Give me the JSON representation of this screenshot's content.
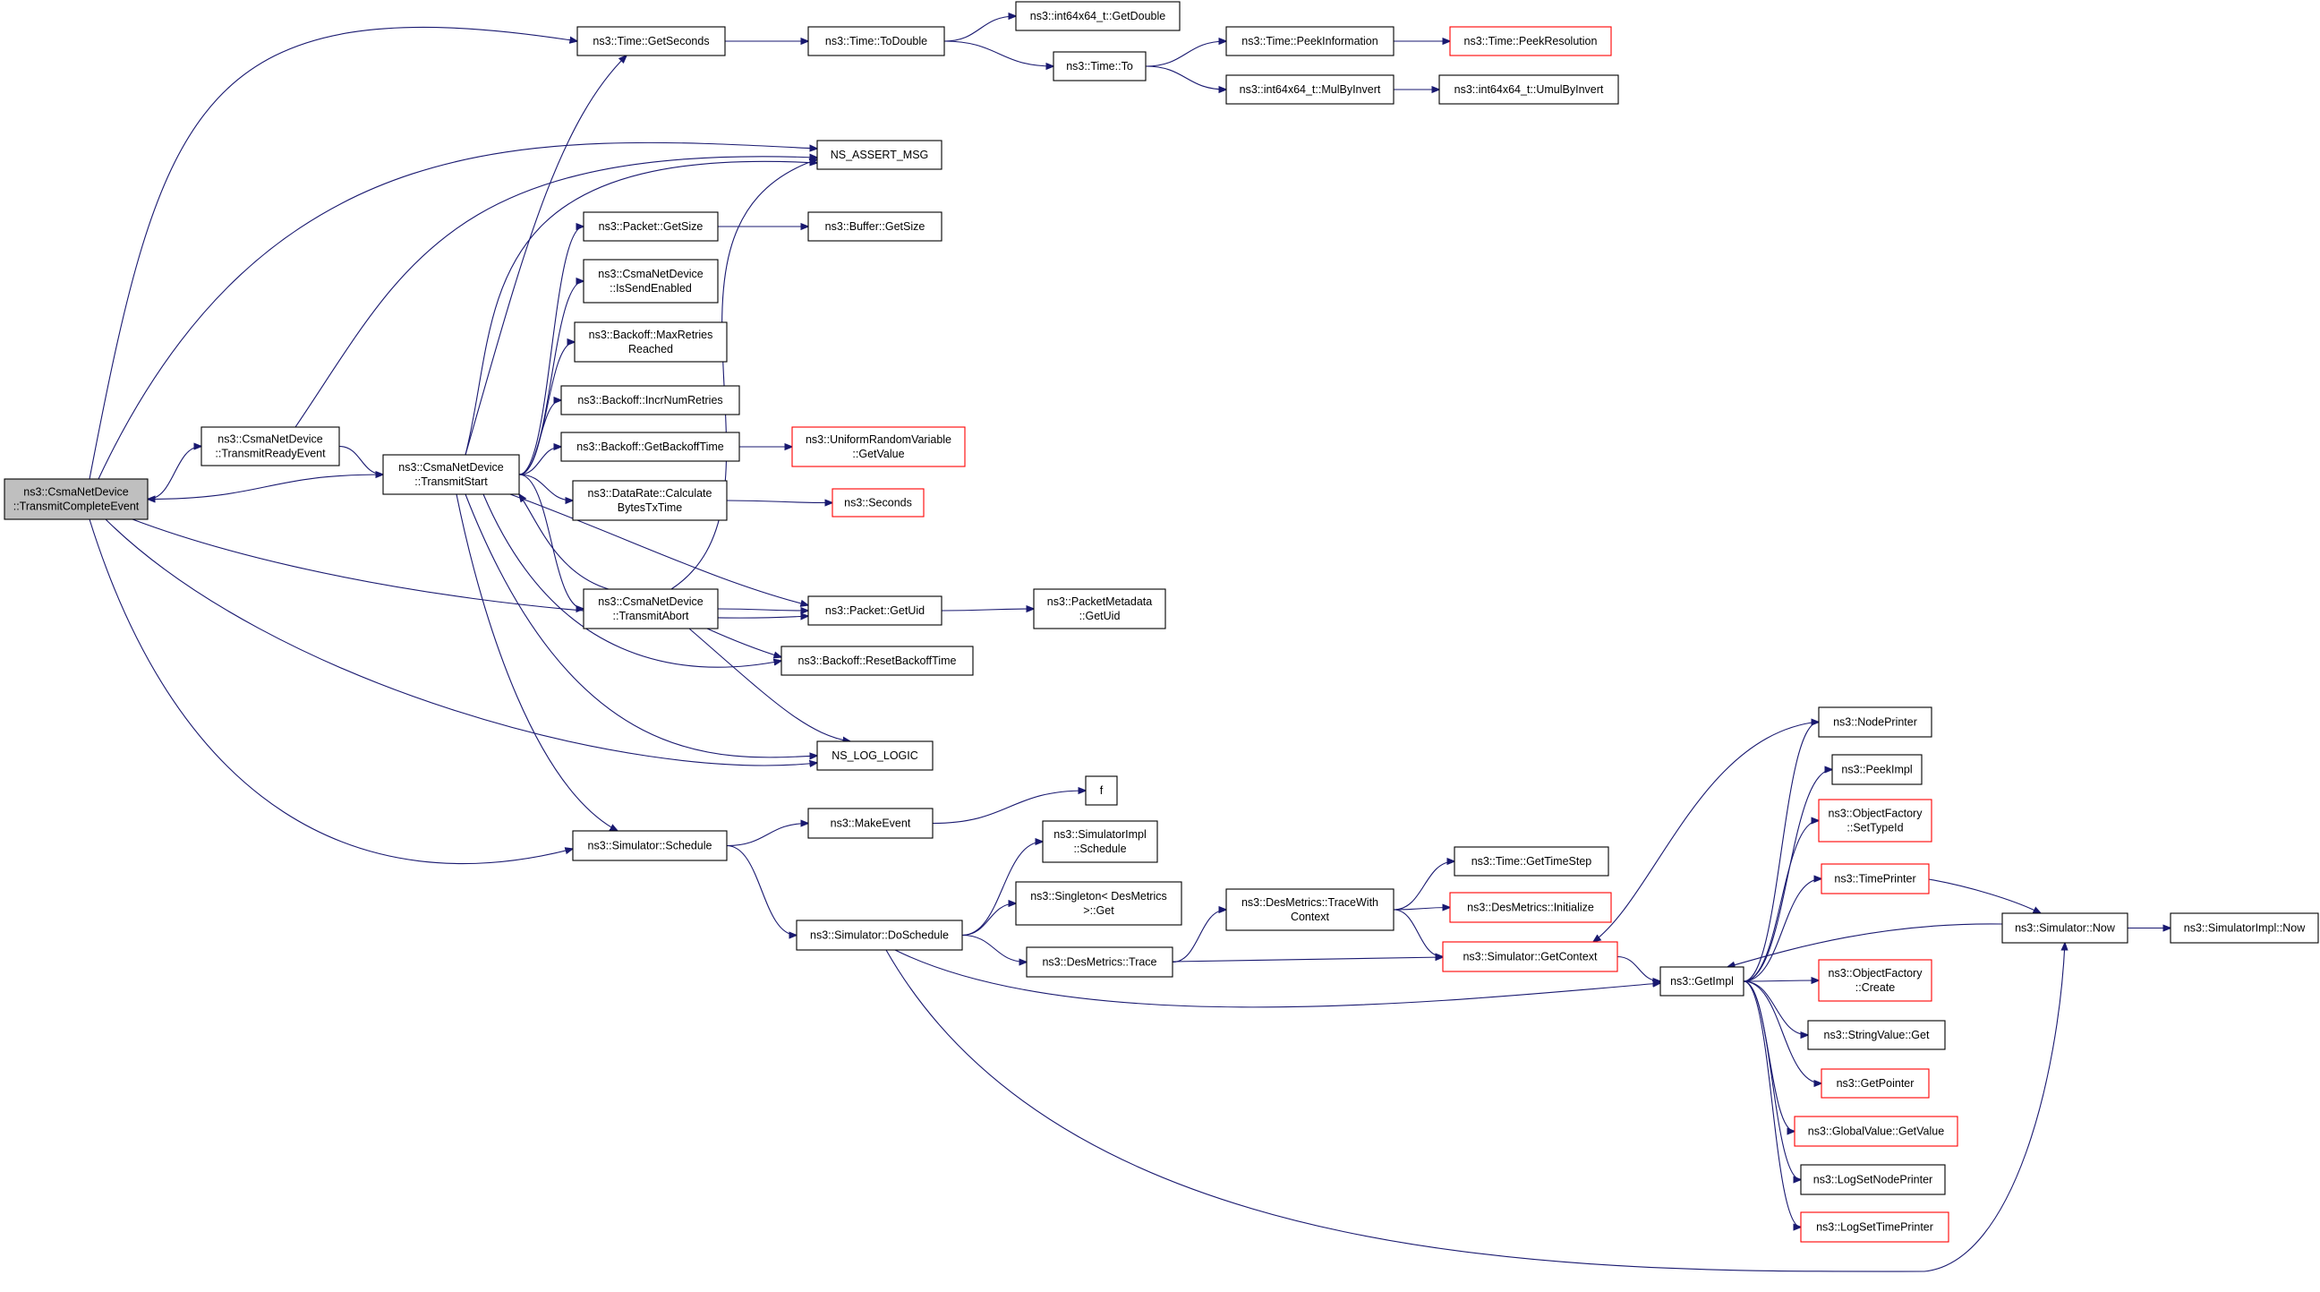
{
  "nodes": [
    {
      "id": "root",
      "lines": [
        "ns3::CsmaNetDevice",
        "::TransmitCompleteEvent"
      ],
      "root": true
    },
    {
      "id": "tre",
      "lines": [
        "ns3::CsmaNetDevice",
        "::TransmitReadyEvent"
      ]
    },
    {
      "id": "ts",
      "lines": [
        "ns3::CsmaNetDevice",
        "::TransmitStart"
      ]
    },
    {
      "id": "getsec",
      "lines": [
        "ns3::Time::GetSeconds"
      ]
    },
    {
      "id": "todouble",
      "lines": [
        "ns3::Time::ToDouble"
      ]
    },
    {
      "id": "getdouble",
      "lines": [
        "ns3::int64x64_t::GetDouble"
      ]
    },
    {
      "id": "timeto",
      "lines": [
        "ns3::Time::To"
      ]
    },
    {
      "id": "peekinfo",
      "lines": [
        "ns3::Time::PeekInformation"
      ]
    },
    {
      "id": "peekres",
      "lines": [
        "ns3::Time::PeekResolution"
      ],
      "truncated": true
    },
    {
      "id": "mulbyinv",
      "lines": [
        "ns3::int64x64_t::MulByInvert"
      ]
    },
    {
      "id": "umulbyinv",
      "lines": [
        "ns3::int64x64_t::UmulByInvert"
      ]
    },
    {
      "id": "assert",
      "lines": [
        "NS_ASSERT_MSG"
      ]
    },
    {
      "id": "pktsize",
      "lines": [
        "ns3::Packet::GetSize"
      ]
    },
    {
      "id": "bufsize",
      "lines": [
        "ns3::Buffer::GetSize"
      ]
    },
    {
      "id": "issend",
      "lines": [
        "ns3::CsmaNetDevice",
        "::IsSendEnabled"
      ]
    },
    {
      "id": "maxret",
      "lines": [
        "ns3::Backoff::MaxRetries",
        "Reached"
      ]
    },
    {
      "id": "incr",
      "lines": [
        "ns3::Backoff::IncrNumRetries"
      ]
    },
    {
      "id": "getbt",
      "lines": [
        "ns3::Backoff::GetBackoffTime"
      ]
    },
    {
      "id": "urv",
      "lines": [
        "ns3::UniformRandomVariable",
        "::GetValue"
      ],
      "truncated": true
    },
    {
      "id": "calcbytes",
      "lines": [
        "ns3::DataRate::Calculate",
        "BytesTxTime"
      ]
    },
    {
      "id": "seconds",
      "lines": [
        "ns3::Seconds"
      ],
      "truncated": true
    },
    {
      "id": "tabort",
      "lines": [
        "ns3::CsmaNetDevice",
        "::TransmitAbort"
      ]
    },
    {
      "id": "getuid",
      "lines": [
        "ns3::Packet::GetUid"
      ]
    },
    {
      "id": "pmuid",
      "lines": [
        "ns3::PacketMetadata",
        "::GetUid"
      ]
    },
    {
      "id": "resetbt",
      "lines": [
        "ns3::Backoff::ResetBackoffTime"
      ]
    },
    {
      "id": "loglogic",
      "lines": [
        "NS_LOG_LOGIC"
      ]
    },
    {
      "id": "f",
      "lines": [
        "f"
      ]
    },
    {
      "id": "schedule",
      "lines": [
        "ns3::Simulator::Schedule"
      ]
    },
    {
      "id": "makeevent",
      "lines": [
        "ns3::MakeEvent"
      ]
    },
    {
      "id": "simimplsched",
      "lines": [
        "ns3::SimulatorImpl",
        "::Schedule"
      ]
    },
    {
      "id": "singleton",
      "lines": [
        "ns3::Singleton< DesMetrics",
        ">::Get"
      ]
    },
    {
      "id": "dosched",
      "lines": [
        "ns3::Simulator::DoSchedule"
      ]
    },
    {
      "id": "desmtrace",
      "lines": [
        "ns3::DesMetrics::Trace"
      ]
    },
    {
      "id": "tracewith",
      "lines": [
        "ns3::DesMetrics::TraceWith",
        "Context"
      ]
    },
    {
      "id": "timestep",
      "lines": [
        "ns3::Time::GetTimeStep"
      ]
    },
    {
      "id": "desinit",
      "lines": [
        "ns3::DesMetrics::Initialize"
      ],
      "truncated": true
    },
    {
      "id": "getctx",
      "lines": [
        "ns3::Simulator::GetContext"
      ],
      "truncated": true
    },
    {
      "id": "getimpl",
      "lines": [
        "ns3::GetImpl"
      ]
    },
    {
      "id": "nodeprinter",
      "lines": [
        "ns3::NodePrinter"
      ]
    },
    {
      "id": "peekimpl",
      "lines": [
        "ns3::PeekImpl"
      ]
    },
    {
      "id": "setypeid",
      "lines": [
        "ns3::ObjectFactory",
        "::SetTypeId"
      ],
      "truncated": true
    },
    {
      "id": "timeprinter",
      "lines": [
        "ns3::TimePrinter"
      ],
      "truncated": true
    },
    {
      "id": "ofcreate",
      "lines": [
        "ns3::ObjectFactory",
        "::Create"
      ],
      "truncated": true
    },
    {
      "id": "svget",
      "lines": [
        "ns3::StringValue::Get"
      ]
    },
    {
      "id": "getpointer",
      "lines": [
        "ns3::GetPointer"
      ],
      "truncated": true
    },
    {
      "id": "gvget",
      "lines": [
        "ns3::GlobalValue::GetValue"
      ],
      "truncated": true
    },
    {
      "id": "logsetnode",
      "lines": [
        "ns3::LogSetNodePrinter"
      ]
    },
    {
      "id": "logsettime",
      "lines": [
        "ns3::LogSetTimePrinter"
      ],
      "truncated": true
    },
    {
      "id": "simnow",
      "lines": [
        "ns3::Simulator::Now"
      ]
    },
    {
      "id": "simimplnow",
      "lines": [
        "ns3::SimulatorImpl::Now"
      ]
    }
  ],
  "edges": [
    [
      "root",
      "tre"
    ],
    [
      "root",
      "getsec"
    ],
    [
      "root",
      "assert"
    ],
    [
      "root",
      "getuid"
    ],
    [
      "root",
      "loglogic"
    ],
    [
      "root",
      "schedule"
    ],
    [
      "tre",
      "ts"
    ],
    [
      "tre",
      "assert"
    ],
    [
      "ts",
      "root"
    ],
    [
      "ts",
      "getsec"
    ],
    [
      "ts",
      "assert"
    ],
    [
      "ts",
      "pktsize"
    ],
    [
      "ts",
      "issend"
    ],
    [
      "ts",
      "maxret"
    ],
    [
      "ts",
      "incr"
    ],
    [
      "ts",
      "getbt"
    ],
    [
      "ts",
      "calcbytes"
    ],
    [
      "ts",
      "tabort"
    ],
    [
      "ts",
      "getuid"
    ],
    [
      "ts",
      "resetbt"
    ],
    [
      "ts",
      "loglogic"
    ],
    [
      "ts",
      "schedule"
    ],
    [
      "tabort",
      "ts"
    ],
    [
      "tabort",
      "assert"
    ],
    [
      "tabort",
      "getuid"
    ],
    [
      "tabort",
      "resetbt"
    ],
    [
      "tabort",
      "loglogic"
    ],
    [
      "getsec",
      "todouble"
    ],
    [
      "todouble",
      "getdouble"
    ],
    [
      "todouble",
      "timeto"
    ],
    [
      "timeto",
      "peekinfo"
    ],
    [
      "timeto",
      "mulbyinv"
    ],
    [
      "peekinfo",
      "peekres"
    ],
    [
      "mulbyinv",
      "umulbyinv"
    ],
    [
      "pktsize",
      "bufsize"
    ],
    [
      "getbt",
      "urv"
    ],
    [
      "calcbytes",
      "seconds"
    ],
    [
      "getuid",
      "pmuid"
    ],
    [
      "schedule",
      "makeevent"
    ],
    [
      "schedule",
      "dosched"
    ],
    [
      "makeevent",
      "f"
    ],
    [
      "dosched",
      "simimplsched"
    ],
    [
      "dosched",
      "singleton"
    ],
    [
      "dosched",
      "desmtrace"
    ],
    [
      "dosched",
      "getimpl"
    ],
    [
      "dosched",
      "simnow"
    ],
    [
      "desmtrace",
      "tracewith"
    ],
    [
      "desmtrace",
      "getctx"
    ],
    [
      "tracewith",
      "timestep"
    ],
    [
      "tracewith",
      "desinit"
    ],
    [
      "tracewith",
      "getctx"
    ],
    [
      "getctx",
      "getimpl"
    ],
    [
      "getimpl",
      "nodeprinter"
    ],
    [
      "getimpl",
      "peekimpl"
    ],
    [
      "getimpl",
      "setypeid"
    ],
    [
      "getimpl",
      "timeprinter"
    ],
    [
      "getimpl",
      "ofcreate"
    ],
    [
      "getimpl",
      "svget"
    ],
    [
      "getimpl",
      "getpointer"
    ],
    [
      "getimpl",
      "gvget"
    ],
    [
      "getimpl",
      "logsetnode"
    ],
    [
      "getimpl",
      "logsettime"
    ],
    [
      "nodeprinter",
      "getctx"
    ],
    [
      "timeprinter",
      "simnow"
    ],
    [
      "simnow",
      "getimpl"
    ],
    [
      "simnow",
      "simimplnow"
    ]
  ],
  "colors": {
    "edge": "#191970",
    "truncated_border": "#ff0000",
    "normal_border": "#000000",
    "root_fill": "#bfbfbf"
  }
}
